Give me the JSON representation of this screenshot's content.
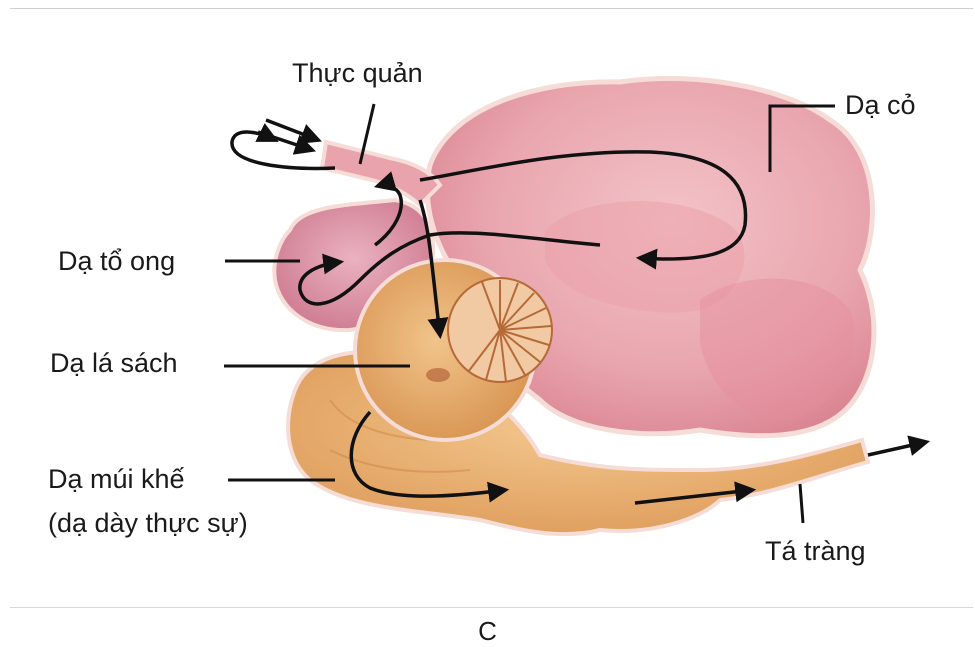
{
  "labels": {
    "esophagus": "Thực quản",
    "rumen": "Dạ cỏ",
    "reticulum": "Dạ tổ ong",
    "omasum": "Dạ lá sách",
    "abomasum_line1": "Dạ múi khế",
    "abomasum_line2": "(dạ dày thực sự)",
    "duodenum": "Tá tràng"
  },
  "caption": "C",
  "colors": {
    "rumen": "#e9a5ae",
    "reticulum": "#d88ea0",
    "omasum": "#e6a45f",
    "abomasum": "#eab170",
    "intestine": "#e9b477",
    "outline": "#f4d8c8",
    "arrow": "#111111"
  }
}
